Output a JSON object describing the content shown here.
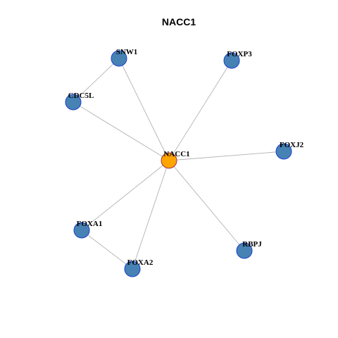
{
  "title": "NACC1",
  "colors": {
    "center_fill": "#FFA500",
    "center_stroke": "#A0304A",
    "node_fill": "#4682B4",
    "node_stroke": "#1C3FCC",
    "edge": "#B3B3B3"
  },
  "nodes": [
    {
      "id": "NACC1",
      "label": "NACC1",
      "role": "center"
    },
    {
      "id": "SNW1",
      "label": "SNW1",
      "role": "neighbor"
    },
    {
      "id": "FOXP3",
      "label": "FOXP3",
      "role": "neighbor"
    },
    {
      "id": "CDC5L",
      "label": "CDC5L",
      "role": "neighbor"
    },
    {
      "id": "FOXJ2",
      "label": "FOXJ2",
      "role": "neighbor"
    },
    {
      "id": "FOXA1",
      "label": "FOXA1",
      "role": "neighbor"
    },
    {
      "id": "RBPJ",
      "label": "RBPJ",
      "role": "neighbor"
    },
    {
      "id": "FOXA2",
      "label": "FOXA2",
      "role": "neighbor"
    }
  ],
  "edges": [
    [
      "NACC1",
      "SNW1"
    ],
    [
      "NACC1",
      "FOXP3"
    ],
    [
      "NACC1",
      "CDC5L"
    ],
    [
      "NACC1",
      "FOXJ2"
    ],
    [
      "NACC1",
      "FOXA1"
    ],
    [
      "NACC1",
      "RBPJ"
    ],
    [
      "NACC1",
      "FOXA2"
    ],
    [
      "SNW1",
      "CDC5L"
    ],
    [
      "FOXA1",
      "FOXA2"
    ]
  ]
}
